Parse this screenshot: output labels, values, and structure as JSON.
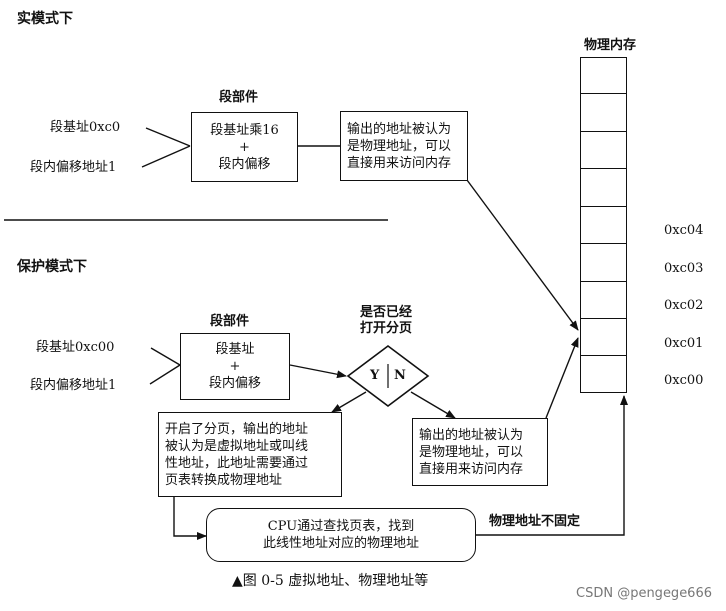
{
  "real_mode": {
    "title": "实模式下",
    "segment_base_label": "段基址0xc0",
    "segment_offset_label": "段内偏移地址1",
    "unit_title": "段部件",
    "unit_lines": [
      "段基址乘16",
      "+",
      "段内偏移"
    ],
    "output_lines": [
      "输出的地址被认为",
      "是物理地址，可以",
      "直接用来访问内存"
    ]
  },
  "protected_mode": {
    "title": "保护模式下",
    "segment_base_label": "段基址0xc00",
    "segment_offset_label": "段内偏移地址1",
    "unit_title": "段部件",
    "unit_lines": [
      "段基址",
      "+",
      "段内偏移"
    ],
    "question_lines": [
      "是否已经",
      "打开分页"
    ],
    "yes": "Y",
    "no": "N",
    "paging_on_lines": [
      "开启了分页，输出的地址",
      "被认为是虚拟地址或叫线",
      "性地址，此地址需要通过",
      "页表转换成物理地址"
    ],
    "paging_off_lines": [
      "输出的地址被认为",
      "是物理地址，可以",
      "直接用来访问内存"
    ],
    "cpu_lines": [
      "CPU通过查找页表，找到",
      "此线性地址对应的物理地址"
    ],
    "not_fixed_label": "物理地址不固定"
  },
  "memory": {
    "title": "物理内存",
    "addresses": [
      "0xc04",
      "0xc03",
      "0xc02",
      "0xc01",
      "0xc00"
    ]
  },
  "caption": "▲图 0-5   虚拟地址、物理地址等",
  "watermark": "CSDN @pengege666"
}
